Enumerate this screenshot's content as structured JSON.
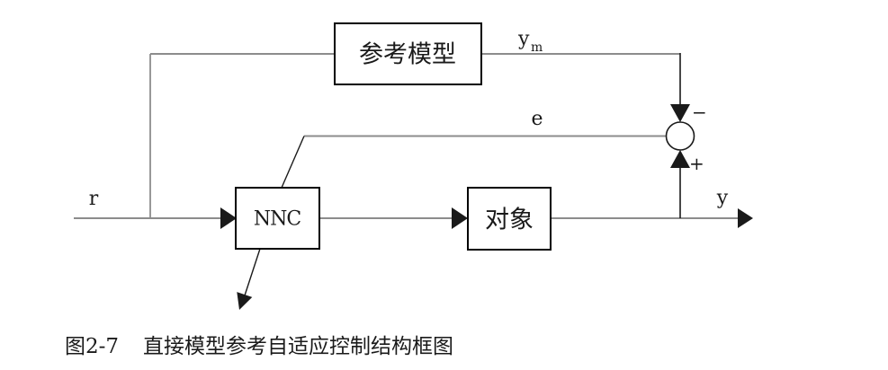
{
  "diagram": {
    "blocks": {
      "reference_model": {
        "label": "参考模型"
      },
      "controller": {
        "label": "NNC"
      },
      "plant": {
        "label": "对象"
      }
    },
    "signals": {
      "input": "r",
      "model_output_base": "y",
      "model_output_sub": "m",
      "error": "e",
      "output": "y"
    },
    "summing_junction": {
      "top_sign": "−",
      "bottom_sign": "+"
    }
  },
  "caption": {
    "number": "图2-7",
    "title": "直接模型参考自适应控制结构框图"
  },
  "colors": {
    "line_gray": "#8c8c8c",
    "ink": "#1a1a1a",
    "background": "#ffffff"
  }
}
